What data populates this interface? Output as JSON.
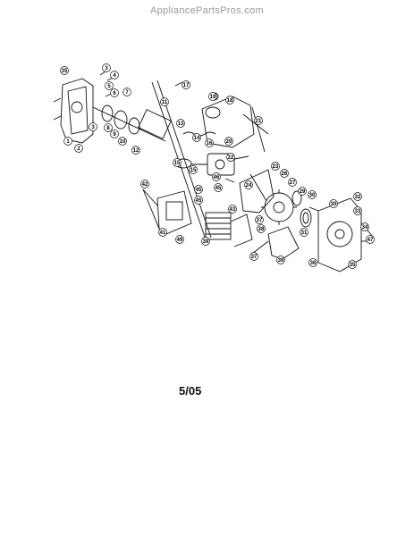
{
  "watermark": "AppliancePartsPros.com",
  "date_code": "5/05",
  "callouts": [
    "1",
    "2",
    "3",
    "4",
    "5",
    "6",
    "7",
    "8",
    "9",
    "10",
    "11",
    "12",
    "13",
    "14",
    "15",
    "16",
    "17",
    "18",
    "19",
    "20",
    "21",
    "22",
    "23",
    "24",
    "25",
    "26",
    "27",
    "28",
    "29",
    "30",
    "31",
    "32",
    "33",
    "34",
    "35",
    "36",
    "37",
    "38",
    "39",
    "40",
    "41",
    "42",
    "43",
    "44",
    "45",
    "46",
    "47",
    "48",
    "49",
    "50"
  ]
}
